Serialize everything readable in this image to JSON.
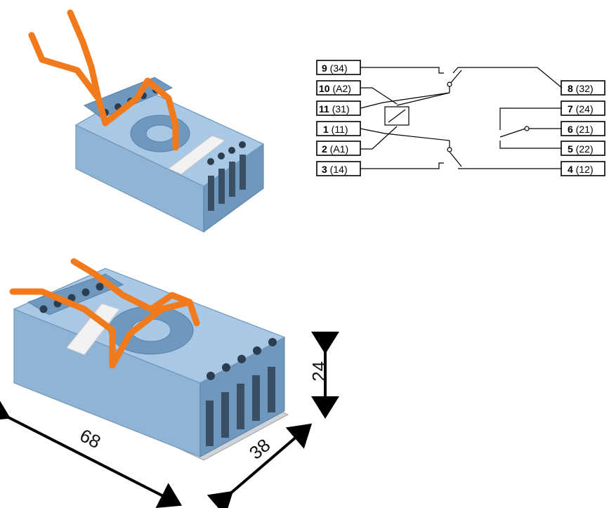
{
  "terminals_left": [
    {
      "num": "9",
      "alt": "34"
    },
    {
      "num": "10",
      "alt": "A2"
    },
    {
      "num": "11",
      "alt": "31"
    },
    {
      "num": "1",
      "alt": "11"
    },
    {
      "num": "2",
      "alt": "A1"
    },
    {
      "num": "3",
      "alt": "14"
    }
  ],
  "terminals_right": [
    {
      "num": "8",
      "alt": "32"
    },
    {
      "num": "7",
      "alt": "24"
    },
    {
      "num": "6",
      "alt": "21"
    },
    {
      "num": "5",
      "alt": "22"
    },
    {
      "num": "4",
      "alt": "12"
    }
  ],
  "dimensions": {
    "length": "68",
    "width": "38",
    "height": "24"
  },
  "colors": {
    "socket_blue": "#8fb4d6",
    "clip_orange": "#f07a1c"
  }
}
